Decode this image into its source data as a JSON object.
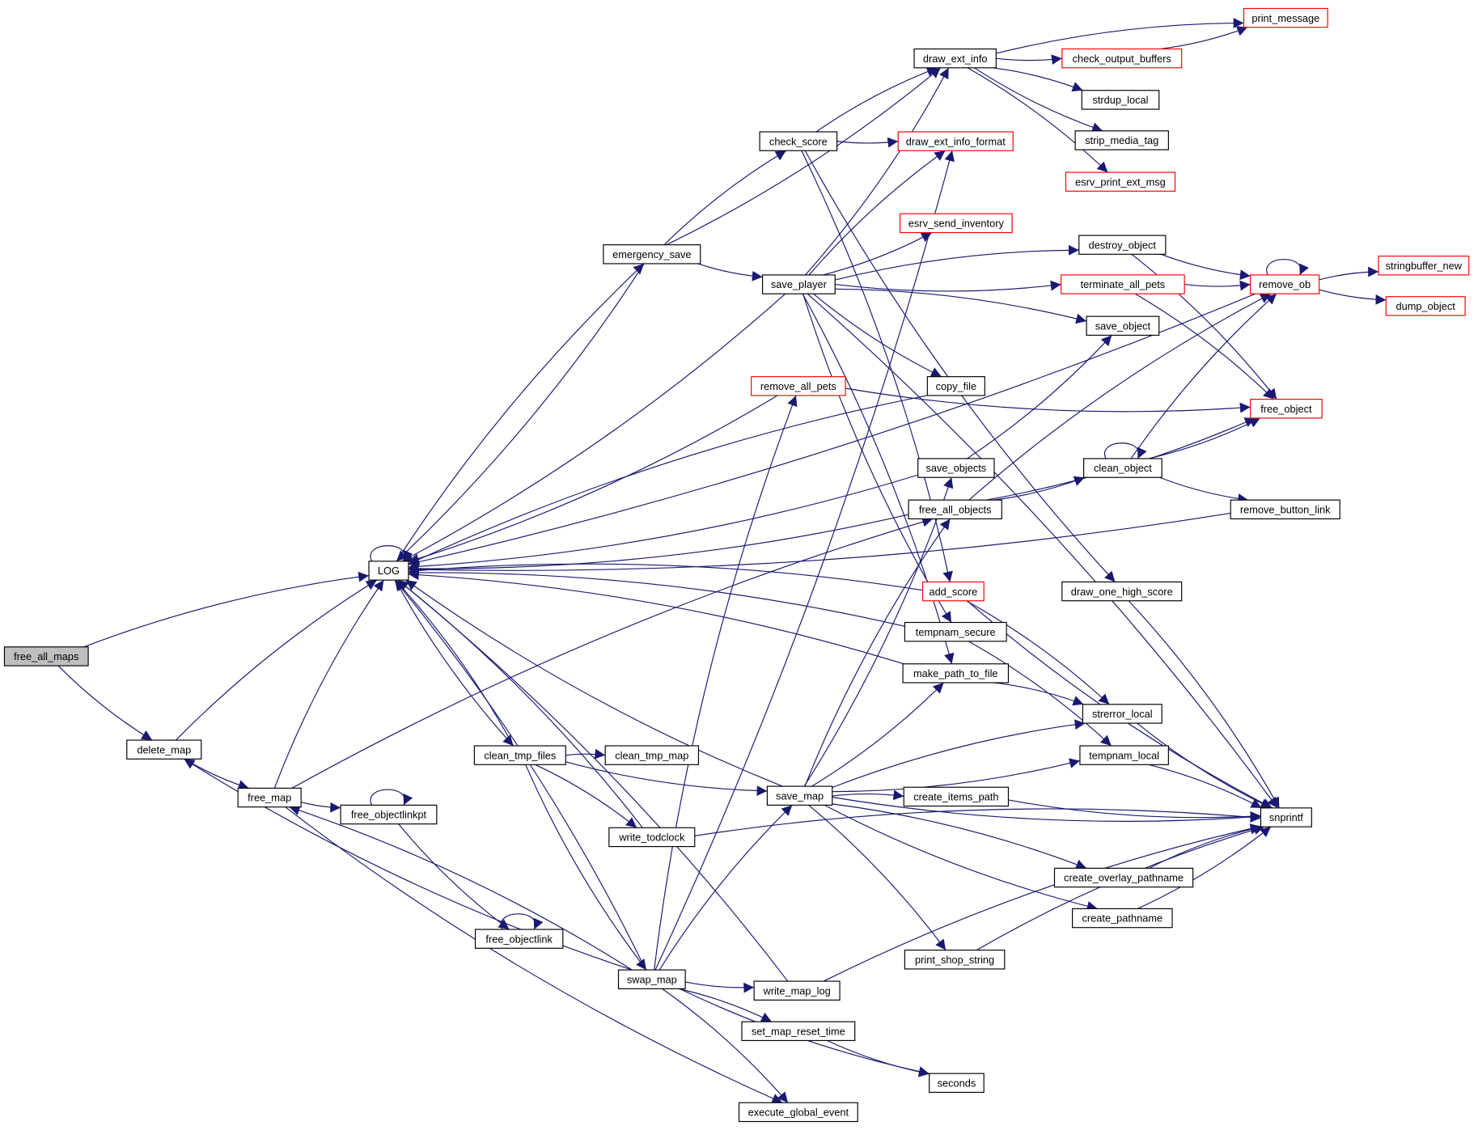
{
  "graph": {
    "colors": {
      "edge": "#191970",
      "normal_border": "#000000",
      "red_border": "#ff0000",
      "root_fill": "#bfbfbf"
    },
    "nodes": [
      {
        "id": "free_all_maps",
        "label": "free_all_maps",
        "style": "root"
      },
      {
        "id": "LOG",
        "label": "LOG",
        "style": "black"
      },
      {
        "id": "delete_map",
        "label": "delete_map",
        "style": "black"
      },
      {
        "id": "free_map",
        "label": "free_map",
        "style": "black"
      },
      {
        "id": "free_objectlinkpt",
        "label": "free_objectlinkpt",
        "style": "black"
      },
      {
        "id": "free_objectlink",
        "label": "free_objectlink",
        "style": "black"
      },
      {
        "id": "emergency_save",
        "label": "emergency_save",
        "style": "black"
      },
      {
        "id": "check_score",
        "label": "check_score",
        "style": "black"
      },
      {
        "id": "draw_ext_info",
        "label": "draw_ext_info",
        "style": "black"
      },
      {
        "id": "print_message",
        "label": "print_message",
        "style": "red"
      },
      {
        "id": "check_output_buffers",
        "label": "check_output_buffers",
        "style": "red"
      },
      {
        "id": "strdup_local",
        "label": "strdup_local",
        "style": "black"
      },
      {
        "id": "strip_media_tag",
        "label": "strip_media_tag",
        "style": "black"
      },
      {
        "id": "draw_ext_info_format",
        "label": "draw_ext_info_format",
        "style": "red"
      },
      {
        "id": "esrv_print_ext_msg",
        "label": "esrv_print_ext_msg",
        "style": "red"
      },
      {
        "id": "esrv_send_inventory",
        "label": "esrv_send_inventory",
        "style": "red"
      },
      {
        "id": "destroy_object",
        "label": "destroy_object",
        "style": "black"
      },
      {
        "id": "save_player",
        "label": "save_player",
        "style": "black"
      },
      {
        "id": "terminate_all_pets",
        "label": "terminate_all_pets",
        "style": "red"
      },
      {
        "id": "remove_ob",
        "label": "remove_ob",
        "style": "red"
      },
      {
        "id": "stringbuffer_new",
        "label": "stringbuffer_new",
        "style": "red"
      },
      {
        "id": "dump_object",
        "label": "dump_object",
        "style": "red"
      },
      {
        "id": "save_object",
        "label": "save_object",
        "style": "black"
      },
      {
        "id": "copy_file",
        "label": "copy_file",
        "style": "black"
      },
      {
        "id": "remove_all_pets",
        "label": "remove_all_pets",
        "style": "red"
      },
      {
        "id": "free_object",
        "label": "free_object",
        "style": "red"
      },
      {
        "id": "save_objects",
        "label": "save_objects",
        "style": "black"
      },
      {
        "id": "clean_object",
        "label": "clean_object",
        "style": "black"
      },
      {
        "id": "free_all_objects",
        "label": "free_all_objects",
        "style": "black"
      },
      {
        "id": "remove_button_link",
        "label": "remove_button_link",
        "style": "black"
      },
      {
        "id": "add_score",
        "label": "add_score",
        "style": "red"
      },
      {
        "id": "draw_one_high_score",
        "label": "draw_one_high_score",
        "style": "black"
      },
      {
        "id": "tempnam_secure",
        "label": "tempnam_secure",
        "style": "black"
      },
      {
        "id": "make_path_to_file",
        "label": "make_path_to_file",
        "style": "black"
      },
      {
        "id": "strerror_local",
        "label": "strerror_local",
        "style": "black"
      },
      {
        "id": "clean_tmp_files",
        "label": "clean_tmp_files",
        "style": "black"
      },
      {
        "id": "clean_tmp_map",
        "label": "clean_tmp_map",
        "style": "black"
      },
      {
        "id": "tempnam_local",
        "label": "tempnam_local",
        "style": "black"
      },
      {
        "id": "save_map",
        "label": "save_map",
        "style": "black"
      },
      {
        "id": "create_items_path",
        "label": "create_items_path",
        "style": "black"
      },
      {
        "id": "snprintf",
        "label": "snprintf",
        "style": "black"
      },
      {
        "id": "write_todclock",
        "label": "write_todclock",
        "style": "black"
      },
      {
        "id": "create_overlay_pathname",
        "label": "create_overlay_pathname",
        "style": "black"
      },
      {
        "id": "create_pathname",
        "label": "create_pathname",
        "style": "black"
      },
      {
        "id": "print_shop_string",
        "label": "print_shop_string",
        "style": "black"
      },
      {
        "id": "swap_map",
        "label": "swap_map",
        "style": "black"
      },
      {
        "id": "write_map_log",
        "label": "write_map_log",
        "style": "black"
      },
      {
        "id": "set_map_reset_time",
        "label": "set_map_reset_time",
        "style": "black"
      },
      {
        "id": "seconds",
        "label": "seconds",
        "style": "black"
      },
      {
        "id": "execute_global_event",
        "label": "execute_global_event",
        "style": "black"
      }
    ],
    "edges": [
      [
        "free_all_maps",
        "LOG"
      ],
      [
        "free_all_maps",
        "delete_map"
      ],
      [
        "delete_map",
        "LOG"
      ],
      [
        "delete_map",
        "free_map"
      ],
      [
        "free_map",
        "LOG"
      ],
      [
        "free_map",
        "free_objectlinkpt"
      ],
      [
        "free_map",
        "free_all_objects"
      ],
      [
        "free_map",
        "execute_global_event"
      ],
      [
        "free_objectlinkpt",
        "free_objectlinkpt"
      ],
      [
        "free_objectlinkpt",
        "free_objectlink"
      ],
      [
        "free_objectlink",
        "free_objectlink"
      ],
      [
        "LOG",
        "LOG"
      ],
      [
        "LOG",
        "emergency_save"
      ],
      [
        "LOG",
        "clean_tmp_files"
      ],
      [
        "emergency_save",
        "LOG"
      ],
      [
        "emergency_save",
        "draw_ext_info"
      ],
      [
        "emergency_save",
        "check_score"
      ],
      [
        "emergency_save",
        "save_player"
      ],
      [
        "check_score",
        "draw_ext_info"
      ],
      [
        "check_score",
        "draw_ext_info_format"
      ],
      [
        "check_score",
        "add_score"
      ],
      [
        "check_score",
        "draw_one_high_score"
      ],
      [
        "draw_ext_info",
        "print_message"
      ],
      [
        "draw_ext_info",
        "check_output_buffers"
      ],
      [
        "draw_ext_info",
        "strdup_local"
      ],
      [
        "draw_ext_info",
        "strip_media_tag"
      ],
      [
        "draw_ext_info",
        "esrv_print_ext_msg"
      ],
      [
        "check_output_buffers",
        "print_message"
      ],
      [
        "save_player",
        "LOG"
      ],
      [
        "save_player",
        "draw_ext_info"
      ],
      [
        "save_player",
        "draw_ext_info_format"
      ],
      [
        "save_player",
        "esrv_send_inventory"
      ],
      [
        "save_player",
        "destroy_object"
      ],
      [
        "save_player",
        "terminate_all_pets"
      ],
      [
        "save_player",
        "save_object"
      ],
      [
        "save_player",
        "copy_file"
      ],
      [
        "save_player",
        "snprintf"
      ],
      [
        "save_player",
        "tempnam_secure"
      ],
      [
        "save_player",
        "make_path_to_file"
      ],
      [
        "destroy_object",
        "remove_ob"
      ],
      [
        "destroy_object",
        "free_object"
      ],
      [
        "terminate_all_pets",
        "remove_ob"
      ],
      [
        "terminate_all_pets",
        "free_object"
      ],
      [
        "remove_ob",
        "remove_ob"
      ],
      [
        "remove_ob",
        "stringbuffer_new"
      ],
      [
        "remove_ob",
        "dump_object"
      ],
      [
        "remove_ob",
        "LOG"
      ],
      [
        "copy_file",
        "LOG"
      ],
      [
        "remove_all_pets",
        "LOG"
      ],
      [
        "remove_all_pets",
        "free_object"
      ],
      [
        "save_objects",
        "LOG"
      ],
      [
        "save_objects",
        "save_object"
      ],
      [
        "clean_object",
        "clean_object"
      ],
      [
        "clean_object",
        "free_object"
      ],
      [
        "clean_object",
        "remove_ob"
      ],
      [
        "clean_object",
        "remove_button_link"
      ],
      [
        "free_all_objects",
        "LOG"
      ],
      [
        "free_all_objects",
        "clean_object"
      ],
      [
        "free_all_objects",
        "remove_ob"
      ],
      [
        "free_all_objects",
        "free_object"
      ],
      [
        "remove_button_link",
        "LOG"
      ],
      [
        "add_score",
        "LOG"
      ],
      [
        "add_score",
        "strerror_local"
      ],
      [
        "add_score",
        "snprintf"
      ],
      [
        "draw_one_high_score",
        "snprintf"
      ],
      [
        "tempnam_secure",
        "LOG"
      ],
      [
        "tempnam_secure",
        "tempnam_local"
      ],
      [
        "make_path_to_file",
        "LOG"
      ],
      [
        "make_path_to_file",
        "strerror_local"
      ],
      [
        "strerror_local",
        "snprintf"
      ],
      [
        "tempnam_local",
        "snprintf"
      ],
      [
        "clean_tmp_files",
        "LOG"
      ],
      [
        "clean_tmp_files",
        "clean_tmp_map"
      ],
      [
        "clean_tmp_files",
        "save_map"
      ],
      [
        "clean_tmp_files",
        "write_todclock"
      ],
      [
        "clean_tmp_files",
        "swap_map"
      ],
      [
        "save_map",
        "LOG"
      ],
      [
        "save_map",
        "save_objects"
      ],
      [
        "save_map",
        "free_all_objects"
      ],
      [
        "save_map",
        "make_path_to_file"
      ],
      [
        "save_map",
        "strerror_local"
      ],
      [
        "save_map",
        "tempnam_local"
      ],
      [
        "save_map",
        "create_items_path"
      ],
      [
        "save_map",
        "snprintf"
      ],
      [
        "save_map",
        "create_overlay_pathname"
      ],
      [
        "save_map",
        "create_pathname"
      ],
      [
        "save_map",
        "print_shop_string"
      ],
      [
        "create_items_path",
        "snprintf"
      ],
      [
        "create_overlay_pathname",
        "snprintf"
      ],
      [
        "create_pathname",
        "snprintf"
      ],
      [
        "print_shop_string",
        "snprintf"
      ],
      [
        "write_todclock",
        "LOG"
      ],
      [
        "write_todclock",
        "snprintf"
      ],
      [
        "swap_map",
        "LOG"
      ],
      [
        "swap_map",
        "delete_map"
      ],
      [
        "swap_map",
        "free_map"
      ],
      [
        "swap_map",
        "remove_all_pets"
      ],
      [
        "swap_map",
        "draw_ext_info_format"
      ],
      [
        "swap_map",
        "save_map"
      ],
      [
        "swap_map",
        "write_map_log"
      ],
      [
        "swap_map",
        "set_map_reset_time"
      ],
      [
        "swap_map",
        "seconds"
      ],
      [
        "swap_map",
        "execute_global_event"
      ],
      [
        "write_map_log",
        "LOG"
      ],
      [
        "write_map_log",
        "snprintf"
      ],
      [
        "set_map_reset_time",
        "seconds"
      ]
    ]
  }
}
